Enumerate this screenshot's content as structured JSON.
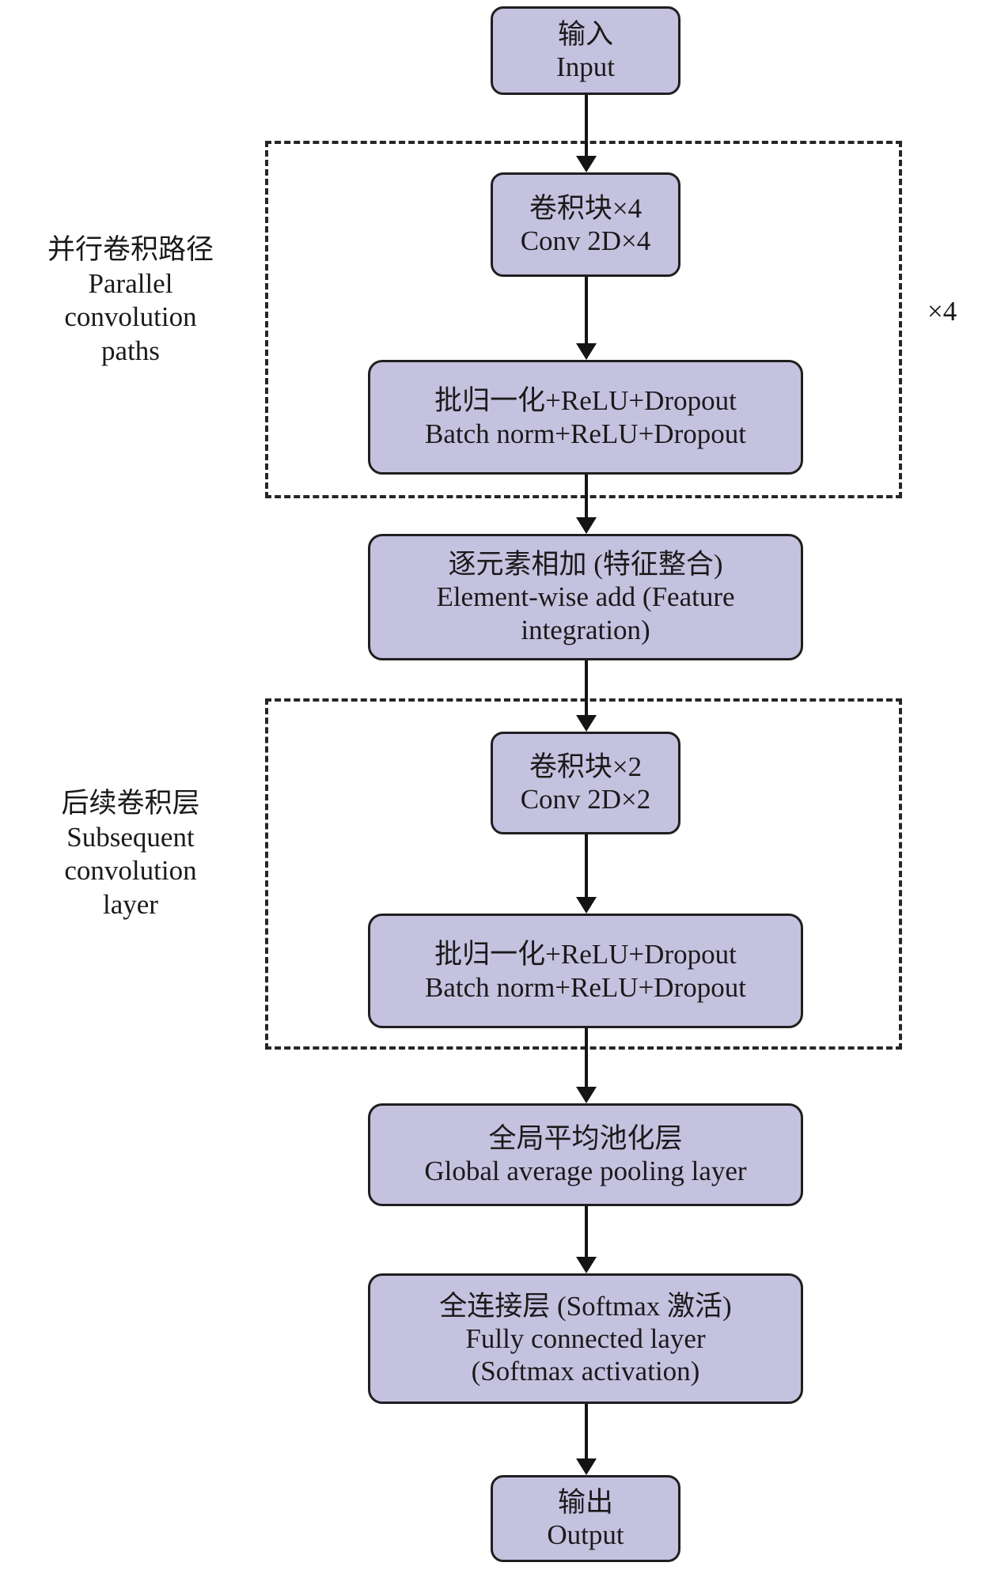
{
  "diagram": {
    "title": "Parallel convolutional neural network architecture flowchart",
    "colors": {
      "node_fill": "#c5c2e0",
      "node_border": "#1f1f1f",
      "group_border": "#262626",
      "arrow": "#141414",
      "text": "#1a1a1a",
      "background": "#ffffff"
    },
    "nodes": {
      "input": {
        "zh": "输入",
        "en": "Input"
      },
      "conv_block_4": {
        "zh": "卷积块×4",
        "en": "Conv 2D×4"
      },
      "batch_norm_1": {
        "zh": "批归一化+ReLU+Dropout",
        "en": "Batch norm+ReLU+Dropout"
      },
      "element_wise_add": {
        "zh": "逐元素相加 (特征整合)",
        "en_line1": "Element-wise add (Feature",
        "en_line2": "integration)"
      },
      "conv_block_2": {
        "zh": "卷积块×2",
        "en": "Conv 2D×2"
      },
      "batch_norm_2": {
        "zh": "批归一化+ReLU+Dropout",
        "en": "Batch norm+ReLU+Dropout"
      },
      "global_avg_pool": {
        "zh": "全局平均池化层",
        "en": "Global average pooling layer"
      },
      "fully_connected": {
        "zh": "全连接层 (Softmax 激活)",
        "en_line1": "Fully connected layer",
        "en_line2": "(Softmax activation)"
      },
      "output": {
        "zh": "输出",
        "en": "Output"
      }
    },
    "group_labels": {
      "parallel_paths": {
        "zh": "并行卷积路径",
        "en_line1": "Parallel",
        "en_line2": "convolution",
        "en_line3": "paths"
      },
      "subsequent_conv": {
        "zh": "后续卷积层",
        "en_line1": "Subsequent",
        "en_line2": "convolution",
        "en_line3": "layer"
      }
    },
    "annotations": {
      "repeat_multiplier": "×4"
    }
  }
}
